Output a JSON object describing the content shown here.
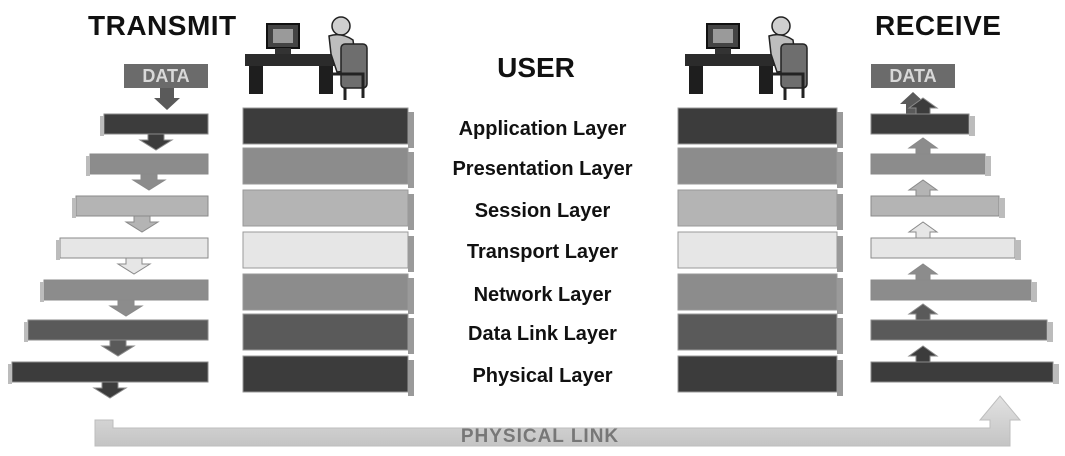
{
  "header": {
    "transmit": "TRANSMIT",
    "receive": "RECEIVE",
    "user": "USER"
  },
  "data_tags": {
    "left": "DATA",
    "right": "DATA"
  },
  "layers": [
    {
      "name": "Application Layer",
      "color": "#3c3c3c"
    },
    {
      "name": "Presentation Layer",
      "color": "#8c8c8c"
    },
    {
      "name": "Session Layer",
      "color": "#b4b4b4"
    },
    {
      "name": "Transport Layer",
      "color": "#e6e6e6"
    },
    {
      "name": "Network Layer",
      "color": "#8c8c8c"
    },
    {
      "name": "Data Link Layer",
      "color": "#5a5a5a"
    },
    {
      "name": "Physical Layer",
      "color": "#3c3c3c"
    }
  ],
  "physical_link": "PHYSICAL LINK",
  "icons": {
    "user_station": "computer-user-icon"
  }
}
